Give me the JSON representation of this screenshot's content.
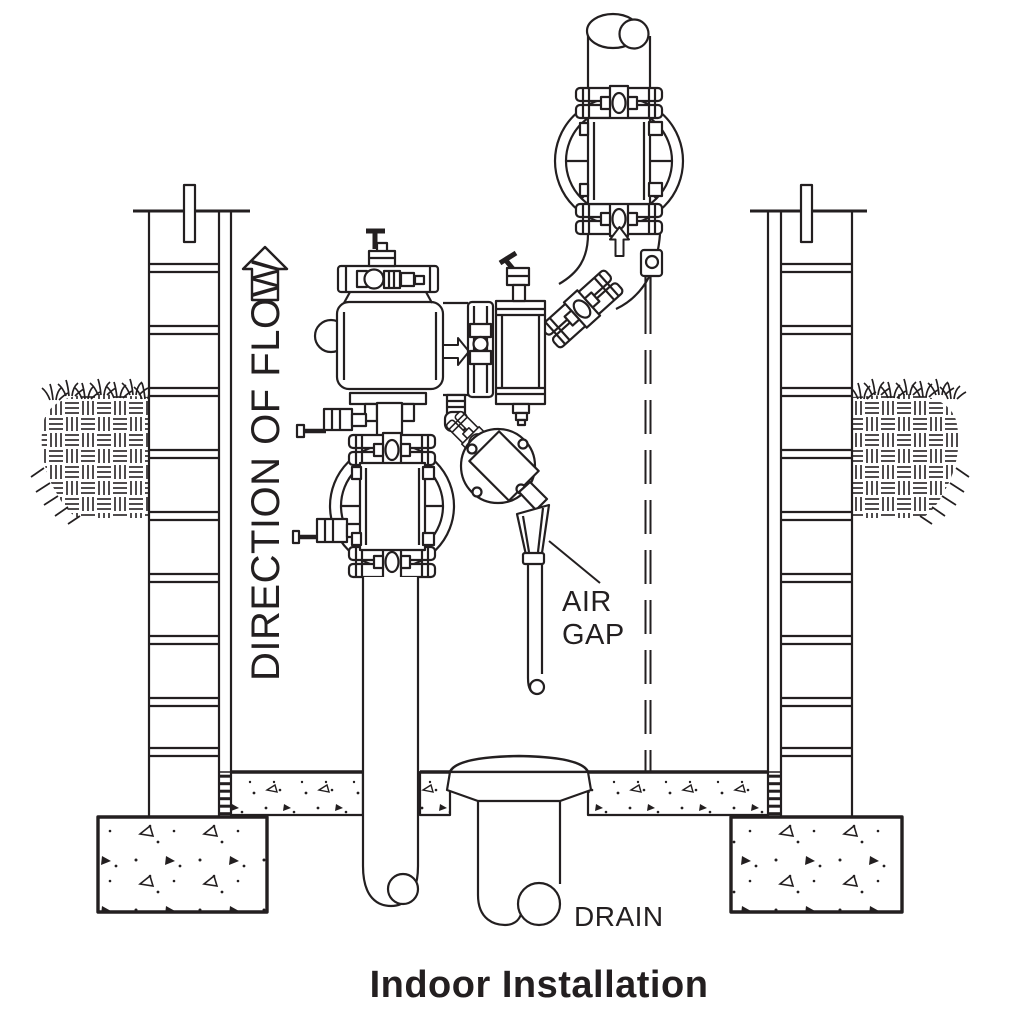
{
  "diagram": {
    "title": "Indoor Installation",
    "labels": {
      "direction_of_flow": "DIRECTION OF FLOW",
      "air_gap_line1": "AIR",
      "air_gap_line2": "GAP",
      "drain": "DRAIN"
    },
    "colors": {
      "line": "#231F20",
      "background": "#FFFFFF"
    },
    "components": [
      "riser-pipe",
      "riser-gate-valve",
      "grooved-coupling",
      "pipe-elbow",
      "first-check-valve",
      "test-cock",
      "second-check-valve",
      "relief-valve",
      "air-gap-funnel",
      "relief-drain-tube",
      "shutoff-gate-valve",
      "supply-pipe",
      "floor-drain",
      "foundation-footing",
      "block-wall",
      "grade-grass",
      "flow-arrow"
    ]
  }
}
